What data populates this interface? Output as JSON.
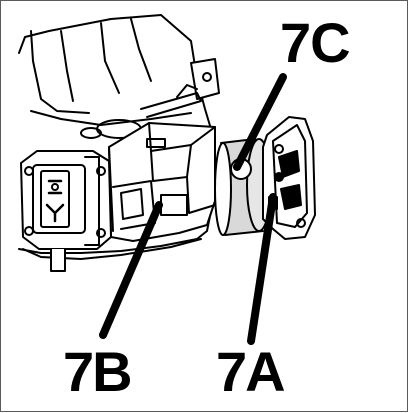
{
  "figure": {
    "labels": {
      "c": "7C",
      "b": "7B",
      "a": "7A"
    },
    "colors": {
      "ink": "#000000",
      "paper": "#ffffff",
      "cap_gray": "#d9d9d9",
      "border": "#5a5a5a"
    }
  }
}
